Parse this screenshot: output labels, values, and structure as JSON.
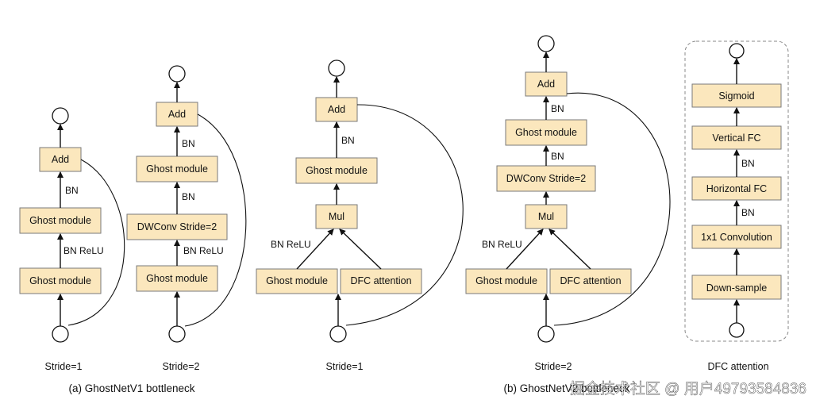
{
  "captions": {
    "d1": "Stride=1",
    "d2": "Stride=2",
    "d3": "Stride=1",
    "d4": "Stride=2",
    "d5": "DFC attention"
  },
  "titles": {
    "left": "(a) GhostNetV1 bottleneck",
    "right": "(b) GhostNetV2 bottleneck"
  },
  "d1": {
    "add": "Add",
    "ghost_top": "Ghost module",
    "ghost_bottom": "Ghost module",
    "label_bn": "BN",
    "label_bnrelu": "BN ReLU"
  },
  "d2": {
    "add": "Add",
    "ghost_top": "Ghost module",
    "dwconv": "DWConv Stride=2",
    "ghost_bottom": "Ghost module",
    "label_bn_top": "BN",
    "label_bn_mid": "BN",
    "label_bnrelu": "BN ReLU"
  },
  "d3": {
    "add": "Add",
    "ghost_top": "Ghost module",
    "mul": "Mul",
    "ghost_bottom": "Ghost module",
    "dfc": "DFC attention",
    "label_bn": "BN",
    "label_bnrelu": "BN ReLU"
  },
  "d4": {
    "add": "Add",
    "ghost_top": "Ghost module",
    "dwconv": "DWConv Stride=2",
    "mul": "Mul",
    "ghost_bottom": "Ghost module",
    "dfc": "DFC attention",
    "label_bn_top": "BN",
    "label_bn_mid": "BN",
    "label_bnrelu": "BN ReLU"
  },
  "d5": {
    "sigmoid": "Sigmoid",
    "vertical_fc": "Vertical FC",
    "horizontal_fc": "Horizontal FC",
    "conv1x1": "1x1 Convolution",
    "downsample": "Down-sample",
    "label_bn_top": "BN",
    "label_bn_bottom": "BN"
  },
  "watermark": "掘金技术社区 @ 用户49793584836"
}
